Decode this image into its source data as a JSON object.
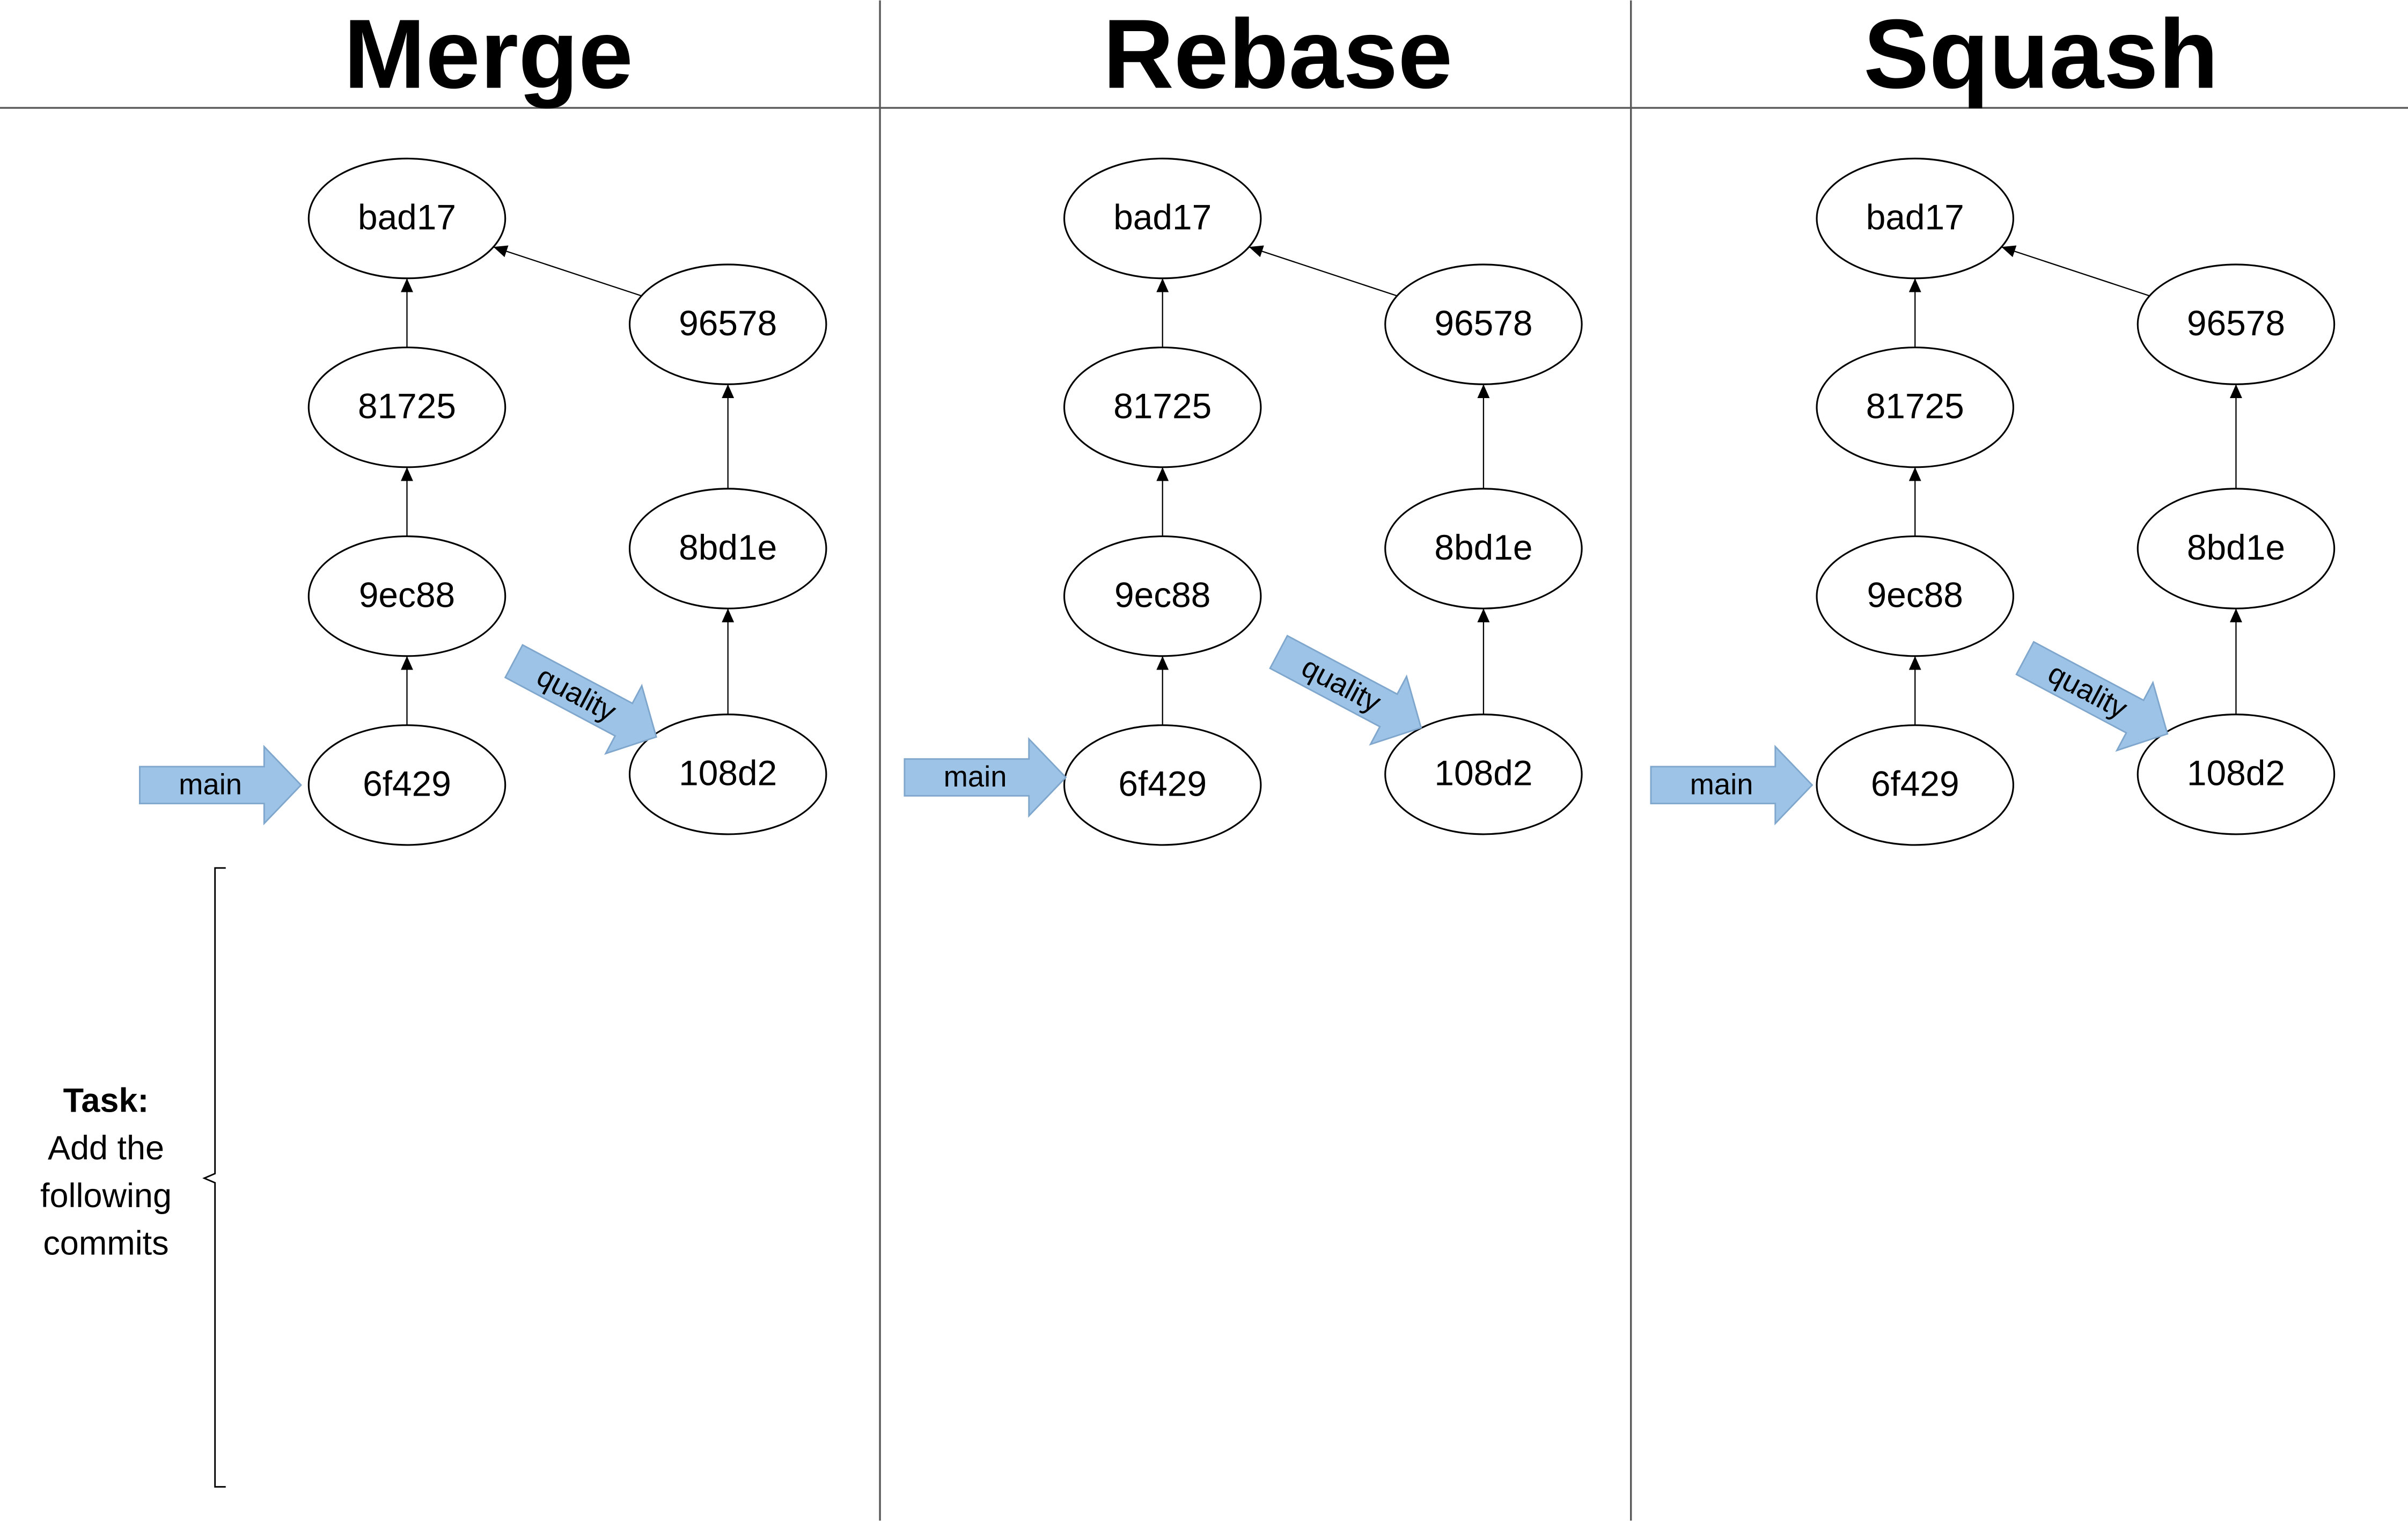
{
  "columns": [
    {
      "title": "Merge",
      "commits": {
        "bad17": "bad17",
        "81725": "81725",
        "9ec88": "9ec88",
        "6f429": "6f429",
        "96578": "96578",
        "8bd1e": "8bd1e",
        "108d2": "108d2"
      },
      "branches": {
        "main": "main",
        "quality": "quality"
      }
    },
    {
      "title": "Rebase",
      "commits": {
        "bad17": "bad17",
        "81725": "81725",
        "9ec88": "9ec88",
        "6f429": "6f429",
        "96578": "96578",
        "8bd1e": "8bd1e",
        "108d2": "108d2"
      },
      "branches": {
        "main": "main",
        "quality": "quality"
      }
    },
    {
      "title": "Squash",
      "commits": {
        "bad17": "bad17",
        "81725": "81725",
        "9ec88": "9ec88",
        "6f429": "6f429",
        "96578": "96578",
        "8bd1e": "8bd1e",
        "108d2": "108d2"
      },
      "branches": {
        "main": "main",
        "quality": "quality"
      }
    }
  ],
  "task": {
    "heading": "Task:",
    "lines": [
      "Add the",
      "following",
      "commits"
    ]
  },
  "colors": {
    "branch_arrow_fill": "#9DC3E6",
    "branch_arrow_stroke": "#7FA6CC",
    "line": "#000000",
    "divider": "#595959"
  }
}
